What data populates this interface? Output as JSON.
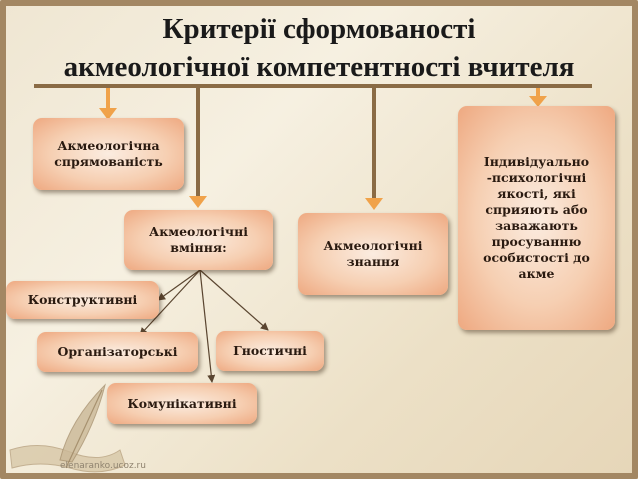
{
  "title": {
    "line1": "Критерії сформованості",
    "line2": "акмеологічної компетентності вчителя"
  },
  "boxes": {
    "spriamovanist": "Акмеологічна спрямованість",
    "vminnia": "Акмеологічні вміння:",
    "znannia": "Акмеологічні знання",
    "yakosti": "Індивідуально -психологічні якості, які сприяють або заважають просуванню особистості до акме",
    "konstruktyvni": "Конструктивні",
    "orhanizatorski": "Організаторські",
    "hnostychni": "Гностичні",
    "komunikatyvni": "Комунікативні"
  },
  "watermark": "elenaranko.ucoz.ru",
  "colors": {
    "arrow_orange": "#f0a24a",
    "connector_brown": "#8a6b45",
    "box_fill": "#f6cfb2",
    "background": "#f3ead8"
  }
}
